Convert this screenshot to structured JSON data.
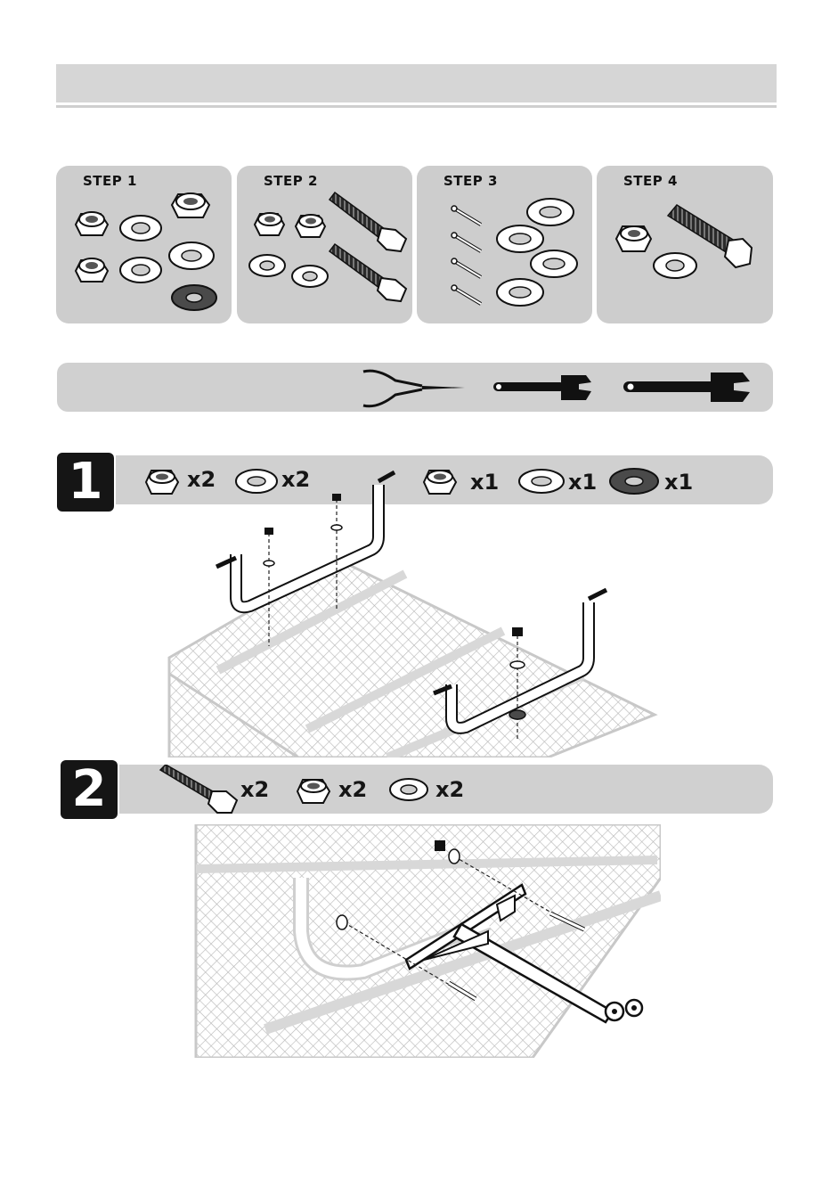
{
  "header": {
    "title": ""
  },
  "hardware_panels": [
    {
      "label": "STEP 1"
    },
    {
      "label": "STEP 2"
    },
    {
      "label": "STEP 3"
    },
    {
      "label": "STEP 4"
    }
  ],
  "tools": {
    "items": [
      "needle-nose-pliers-icon",
      "small-adjustable-wrench-icon",
      "large-adjustable-wrench-icon"
    ]
  },
  "step1": {
    "number": "1",
    "parts": [
      {
        "icon": "lock-nut-icon",
        "qty": "x2"
      },
      {
        "icon": "flat-washer-icon",
        "qty": "x2"
      },
      {
        "icon": "lock-nut-icon",
        "qty": "x1"
      },
      {
        "icon": "flat-washer-icon",
        "qty": "x1"
      },
      {
        "icon": "rubber-washer-icon",
        "qty": "x1"
      }
    ]
  },
  "step2": {
    "number": "2",
    "parts": [
      {
        "icon": "hex-bolt-icon",
        "qty": "x2"
      },
      {
        "icon": "lock-nut-icon",
        "qty": "x2"
      },
      {
        "icon": "flat-washer-icon",
        "qty": "x2"
      }
    ]
  },
  "colors": {
    "panel": "#cdcdcd",
    "dark": "#151515",
    "rubber": "#4a4a4a"
  }
}
